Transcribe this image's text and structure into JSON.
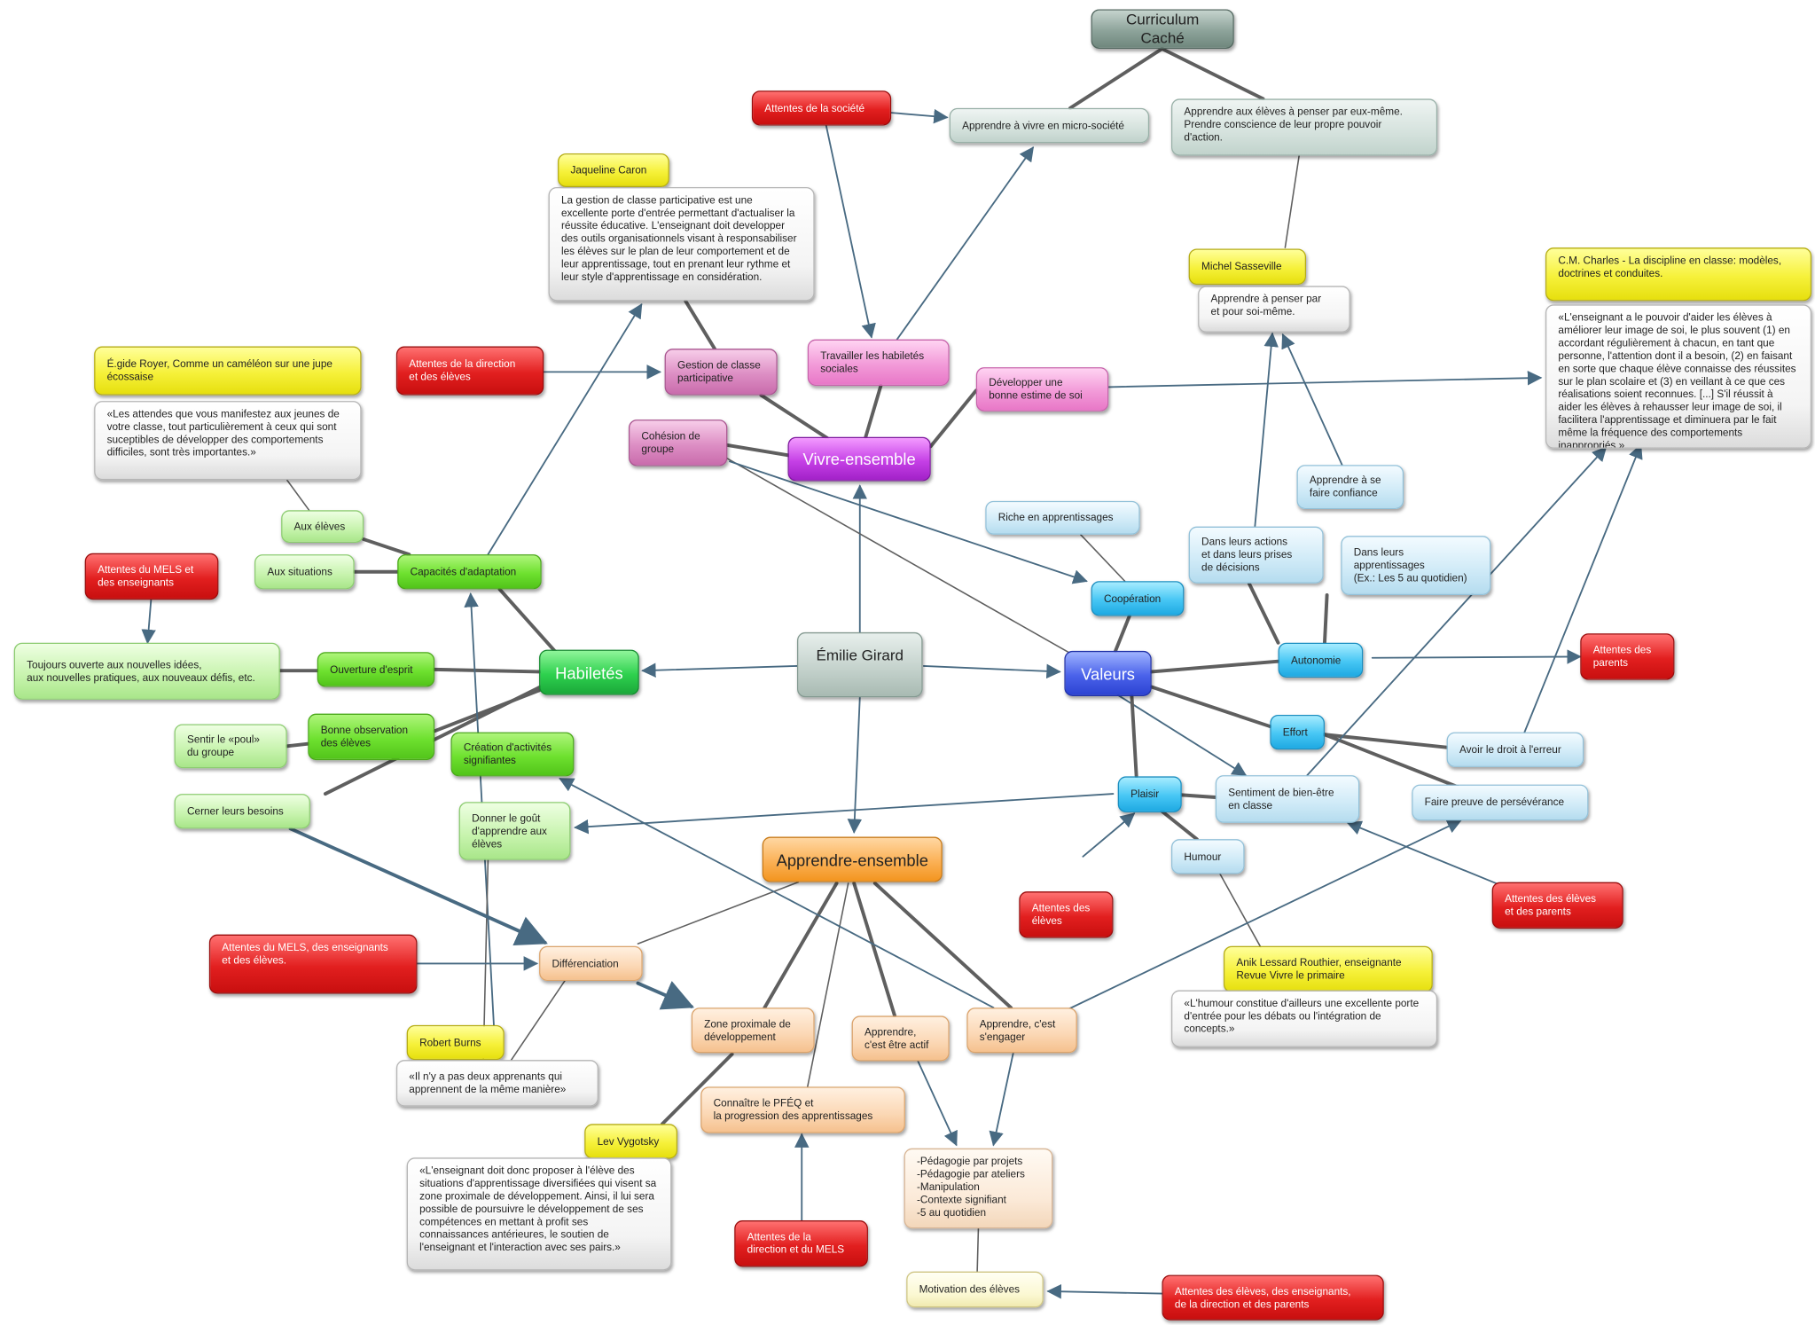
{
  "nodes": [
    {
      "id": "n_curriculum",
      "text": "Curriculum  Caché"
    },
    {
      "id": "n_attentes_societe",
      "text": "Attentes de la société"
    },
    {
      "id": "n_vivre_micro",
      "text": "Apprendre à vivre en micro-société"
    },
    {
      "id": "n_penser_eux",
      "text": "Apprendre aux élèves à penser par eux-même.\nPrendre conscience de leur propre pouvoir\nd'action."
    },
    {
      "id": "n_jaqueline",
      "text": "Jaqueline Caron"
    },
    {
      "id": "n_quote_caron",
      "text": "La gestion de classe participative est une excellente porte d'entrée permettant d'actualiser la réussite éducative. L'enseignant doit developper des outils organisationnels visant à responsabiliser les élèves sur le plan de leur comportement et de leur apprentissage, tout en prenant leur rythme et leur style d'apprentissage en considération."
    },
    {
      "id": "n_michel",
      "text": "Michel Sasseville"
    },
    {
      "id": "n_penser_soi",
      "text": "Apprendre à penser par\net pour soi-même."
    },
    {
      "id": "n_cm_charles",
      "text": "C.M. Charles - La discipline en classe: modèles, doctrines et conduites."
    },
    {
      "id": "n_quote_charles",
      "text": "«L'enseignant a le pouvoir d'aider les élèves à améliorer leur image de soi, le plus souvent (1) en accordant régulièrement à chacun, en tant que personne, l'attention dont il a besoin, (2) en faisant en sorte que chaque élève connaisse des réussites sur le plan scolaire et (3) en veillant à ce que ces réalisations soient reconnues. [...] S'il réussit à aider les élèves à rehausser leur image de soi, il facilitera l'apprentissage et diminuera par le fait même la fréquence des comportements inappropriés.»"
    },
    {
      "id": "n_egide",
      "text": "É.gide Royer, Comme un caméléon sur une jupe écossaise"
    },
    {
      "id": "n_quote_royer",
      "text": "«Les attendes que vous manifestez aux jeunes de votre classe, tout particulièrement à ceux qui sont suceptibles de développer des comportements difficiles, sont très importantes.»"
    },
    {
      "id": "n_attentes_dir_eleves",
      "text": "Attentes de la direction\net des élèves"
    },
    {
      "id": "n_gestion_classe",
      "text": "Gestion de classe\nparticipative"
    },
    {
      "id": "n_travailler",
      "text": "Travailler les habiletés\n sociales"
    },
    {
      "id": "n_estime",
      "text": "Développer une\nbonne estime de soi"
    },
    {
      "id": "n_cohesion",
      "text": "Cohésion de\ngroupe"
    },
    {
      "id": "n_vivre_ensemble",
      "text": "Vivre-ensemble"
    },
    {
      "id": "n_aux_eleves",
      "text": "Aux élèves"
    },
    {
      "id": "n_aux_situations",
      "text": "Aux situations"
    },
    {
      "id": "n_capacites",
      "text": "Capacités d'adaptation"
    },
    {
      "id": "n_riche",
      "text": "Riche en apprentissages"
    },
    {
      "id": "n_se_faire_confiance",
      "text": "Apprendre à se\nfaire confiance"
    },
    {
      "id": "n_actions",
      "text": "Dans leurs actions\net dans leurs prises\nde décisions"
    },
    {
      "id": "n_apprentissages5",
      "text": "Dans leurs\napprentissages\n(Ex.: Les 5 au quotidien)"
    },
    {
      "id": "n_attentes_mels_ens",
      "text": "Attentes du MELS et\ndes enseignants"
    },
    {
      "id": "n_toujours_ouverte",
      "text": "Toujours ouverte aux nouvelles idées,\naux nouvelles pratiques, aux nouveaux défis, etc."
    },
    {
      "id": "n_ouverture",
      "text": "Ouverture d'esprit"
    },
    {
      "id": "n_habiletes",
      "text": "Habiletés"
    },
    {
      "id": "n_emilie",
      "text": "Émilie Girard"
    },
    {
      "id": "n_cooperation",
      "text": "Coopération"
    },
    {
      "id": "n_valeurs",
      "text": "Valeurs"
    },
    {
      "id": "n_autonomie",
      "text": "Autonomie"
    },
    {
      "id": "n_attentes_parents",
      "text": "Attentes des\nparents"
    },
    {
      "id": "n_sentir",
      "text": "Sentir le «poul»\ndu groupe"
    },
    {
      "id": "n_bonne_obs",
      "text": "Bonne observation\ndes élèves"
    },
    {
      "id": "n_creation",
      "text": "Création d'activités\nsignifiantes"
    },
    {
      "id": "n_effort",
      "text": "Effort"
    },
    {
      "id": "n_droit_erreur",
      "text": "Avoir le droit à l'erreur"
    },
    {
      "id": "n_cerner",
      "text": "Cerner leurs besoins"
    },
    {
      "id": "n_donner_gout",
      "text": "Donner le goût\nd'apprendre aux\nélèves"
    },
    {
      "id": "n_plaisir",
      "text": "Plaisir"
    },
    {
      "id": "n_bien_etre",
      "text": "Sentiment de bien-être\n en classe"
    },
    {
      "id": "n_perseverance",
      "text": "Faire preuve de persévérance"
    },
    {
      "id": "n_apprendre_ensemble",
      "text": "Apprendre-ensemble"
    },
    {
      "id": "n_humour",
      "text": "Humour"
    },
    {
      "id": "n_attentes_eleves1",
      "text": "Attentes des\nélèves"
    },
    {
      "id": "n_attentes_eleves_parents",
      "text": "Attentes des élèves\net des parents"
    },
    {
      "id": "n_attentes_mels_ens_eleves",
      "text": "Attentes du MELS, des enseignants\net des élèves."
    },
    {
      "id": "n_differenciation",
      "text": "Différenciation"
    },
    {
      "id": "n_anik",
      "text": "Anik Lessard Routhier, enseignante\nRevue Vivre le primaire"
    },
    {
      "id": "n_quote_humour",
      "text": "«L'humour constitue d'ailleurs une excellente porte d'entrée pour les débats ou l'intégration de concepts.»"
    },
    {
      "id": "n_zone",
      "text": "Zone proximale de\ndéveloppement"
    },
    {
      "id": "n_etre_actif",
      "text": "Apprendre,\nc'est être actif"
    },
    {
      "id": "n_engager",
      "text": "Apprendre, c'est\ns'engager"
    },
    {
      "id": "n_robert",
      "text": "Robert Burns"
    },
    {
      "id": "n_quote_burns",
      "text": "«Il n'y a pas deux apprenants qui\napprennent de la même manière»"
    },
    {
      "id": "n_pfeq",
      "text": "Connaître le PFÉQ et\nla progression des apprentissages"
    },
    {
      "id": "n_vygotsky",
      "text": "Lev Vygotsky"
    },
    {
      "id": "n_quote_vygotsky",
      "text": "«L'enseignant doit donc proposer à l'élève des situations d'apprentissage diversifiées qui visent sa zone proximale de développement. Ainsi, il lui sera\npossible de poursuivre le développement de ses compétences en mettant à profit ses connaissances antérieures, le soutien de l'enseignant et l'interaction avec ses pairs.»"
    },
    {
      "id": "n_pedagogie",
      "text": "-Pédagogie par projets\n-Pédagogie par ateliers\n-Manipulation\n-Contexte signifiant\n-5 au quotidien"
    },
    {
      "id": "n_attentes_dir_mels",
      "text": "Attentes de la\ndirection et du MELS"
    },
    {
      "id": "n_motivation",
      "text": "Motivation des élèves"
    },
    {
      "id": "n_attentes_tous",
      "text": "Attentes des élèves, des enseignants,\nde la direction et des parents"
    }
  ]
}
